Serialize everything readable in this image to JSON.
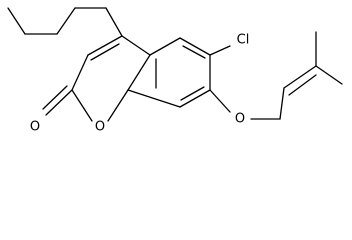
{
  "atoms": {
    "chlorine": "Cl",
    "ether_oxygen": "O",
    "ring_oxygen": "O",
    "carbonyl_oxygen": "O"
  }
}
